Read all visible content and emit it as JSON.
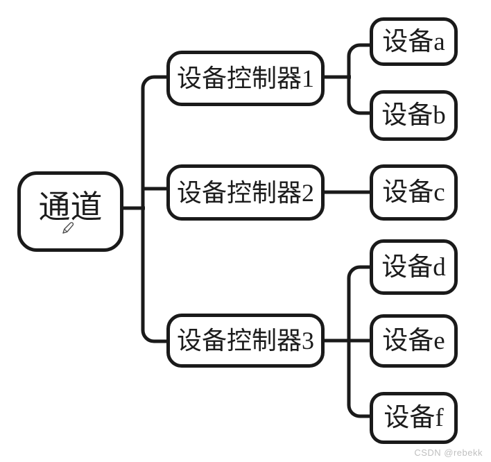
{
  "diagram": {
    "type": "tree",
    "orientation": "left-to-right",
    "nodes": {
      "channel": {
        "label": "通道",
        "has_edit_icon": true
      },
      "controllers": [
        {
          "label": "设备控制器1",
          "devices": [
            {
              "label": "设备a"
            },
            {
              "label": "设备b"
            }
          ]
        },
        {
          "label": "设备控制器2",
          "devices": [
            {
              "label": "设备c"
            }
          ]
        },
        {
          "label": "设备控制器3",
          "devices": [
            {
              "label": "设备d"
            },
            {
              "label": "设备e"
            },
            {
              "label": "设备f"
            }
          ]
        }
      ]
    },
    "edges": [
      [
        "通道",
        "设备控制器1"
      ],
      [
        "通道",
        "设备控制器2"
      ],
      [
        "通道",
        "设备控制器3"
      ],
      [
        "设备控制器1",
        "设备a"
      ],
      [
        "设备控制器1",
        "设备b"
      ],
      [
        "设备控制器2",
        "设备c"
      ],
      [
        "设备控制器3",
        "设备d"
      ],
      [
        "设备控制器3",
        "设备e"
      ],
      [
        "设备控制器3",
        "设备f"
      ]
    ]
  },
  "icons": {
    "edit_pencil": "pencil-icon"
  },
  "watermark": {
    "text": "CSDN @rebekk"
  },
  "colors": {
    "stroke": "#1a1a1a",
    "node_fill": "#ffffff",
    "background": "#ffffff",
    "watermark": "#bfbfbf"
  }
}
